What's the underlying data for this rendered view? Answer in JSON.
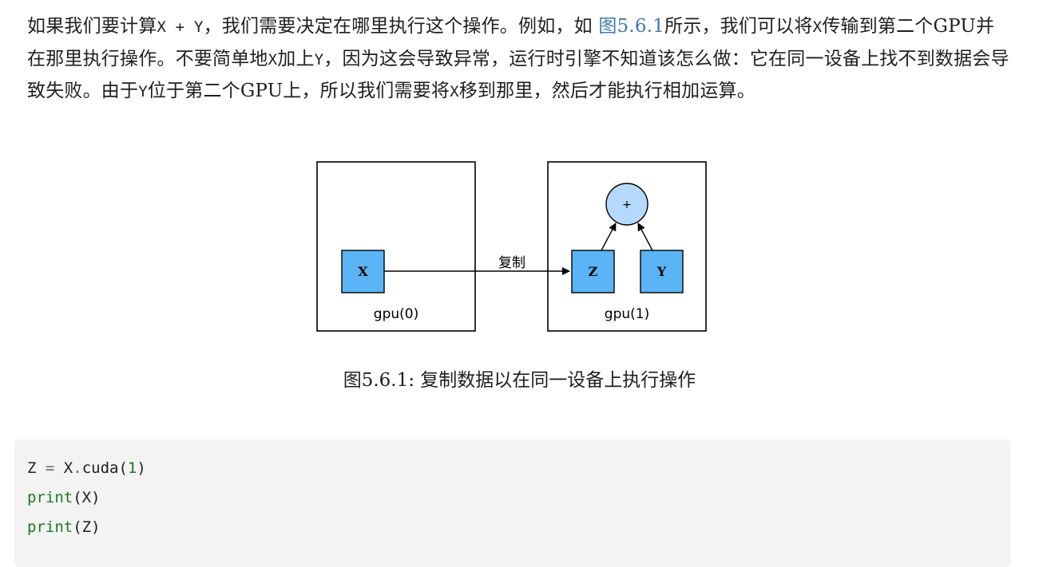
{
  "paragraph": {
    "s1": "如果我们要计算",
    "c1": "X + Y",
    "s2": "，我们需要决定在哪里执行这个操作。例如，如 ",
    "link": "图5.6.1",
    "s3": "所示，我们可以将",
    "c2": "X",
    "s4": "传输到第二个GPU并在那里执行操作。不要简单地",
    "c3": "X",
    "s5": "加上",
    "c4": "Y",
    "s6": "，因为这会导致异常，运行时引擎不知道该怎么做：它在同一设备上找不到数据会导致失败。由于",
    "c5": "Y",
    "s7": "位于第二个GPU上，所以我们需要将",
    "c6": "X",
    "s8": "移到那里，然后才能执行相加运算。"
  },
  "figure": {
    "gpu0_label": "gpu(0)",
    "gpu1_label": "gpu(1)",
    "box_x": "X",
    "box_z": "Z",
    "box_y": "Y",
    "plus": "+",
    "copy_label": "复制",
    "colors": {
      "box_fill": "#5ab4f5",
      "circle_fill": "#b5d9fb",
      "stroke": "#000000"
    },
    "caption": "图5.6.1: 复制数据以在同一设备上执行操作"
  },
  "code": {
    "line1": {
      "a": "Z ",
      "op": "=",
      "b": " X",
      "dot": ".",
      "c": "cuda(",
      "num": "1",
      "d": ")"
    },
    "line2": {
      "kw": "print",
      "rest": "(X)"
    },
    "line3": {
      "kw": "print",
      "rest": "(Z)"
    }
  }
}
